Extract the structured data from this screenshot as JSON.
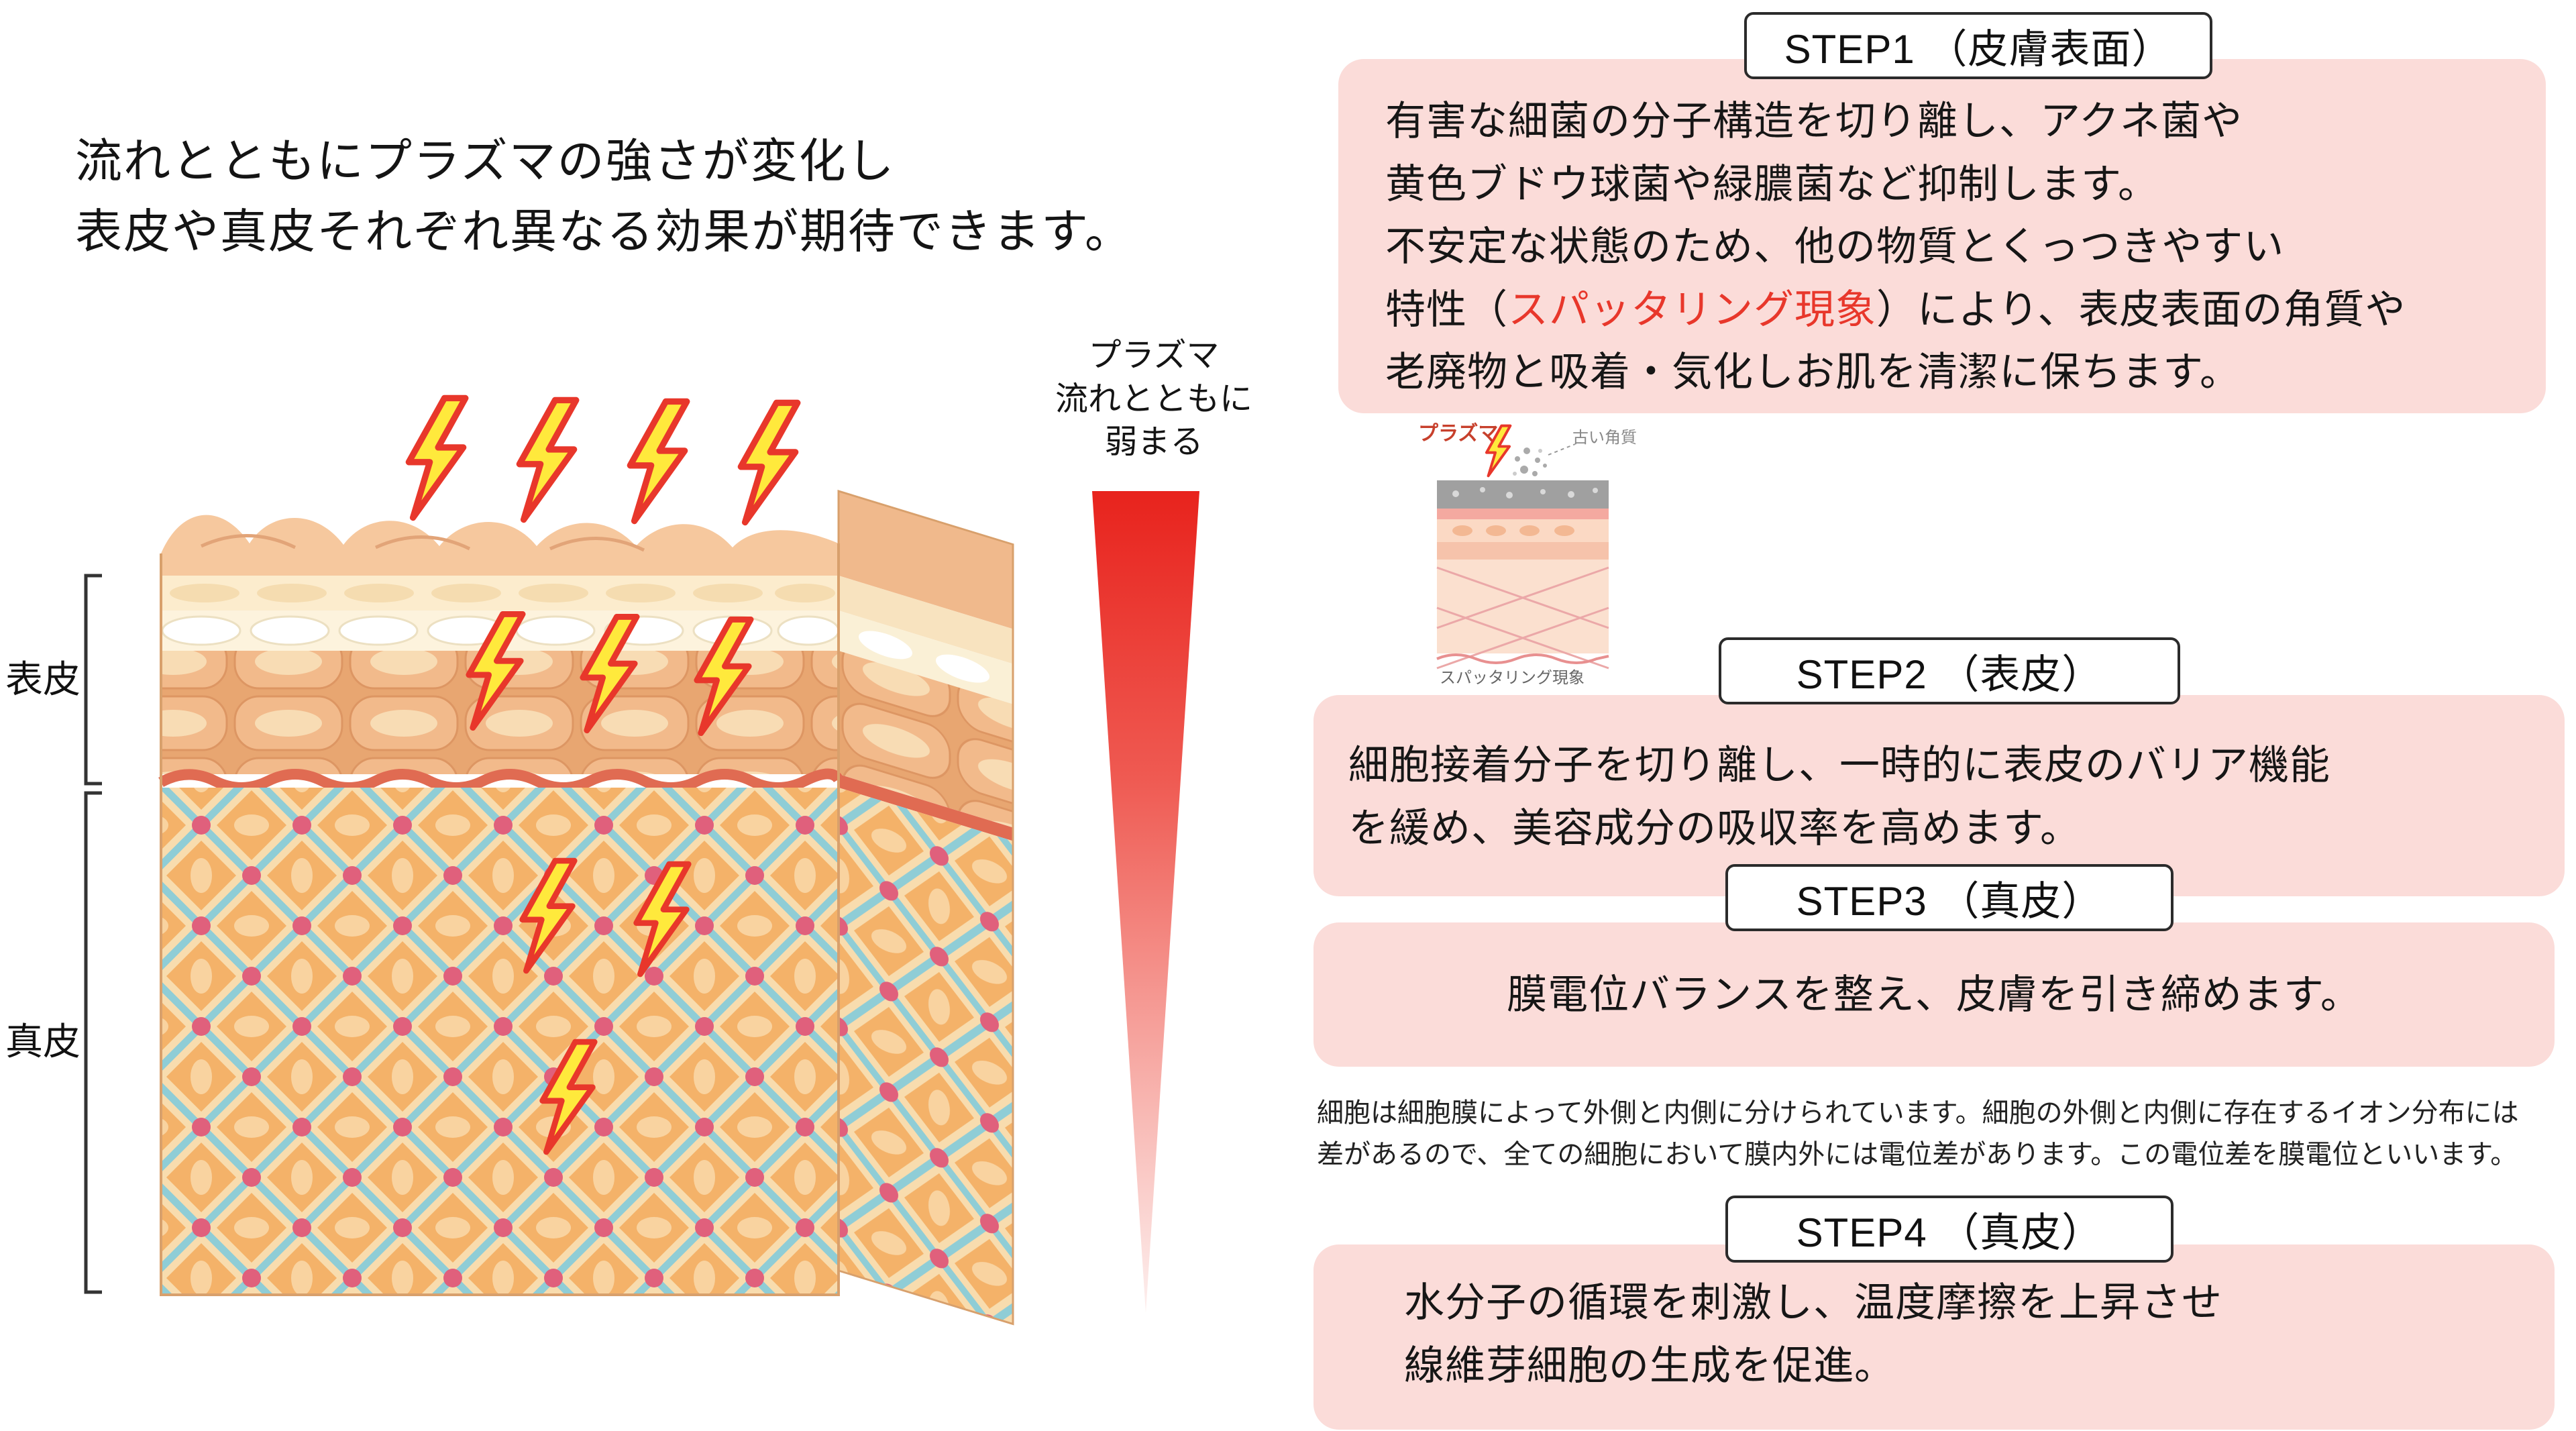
{
  "intro": {
    "line1": "流れとともにプラズマの強さが変化し",
    "line2": "表皮や真皮それぞれ異なる効果が期待できます。"
  },
  "skin_diagram": {
    "epidermis_label": "表皮",
    "dermis_label": "真皮"
  },
  "plasma_gradient": {
    "label_line1": "プラズマ",
    "label_line2": "流れとともに",
    "label_line3": "弱まる"
  },
  "mini_diagram": {
    "plasma_label": "プラズマ",
    "old_keratin_label": "古い角質",
    "sputtering_label": "スパッタリング現象"
  },
  "step1": {
    "title": "STEP1 （皮膚表面）",
    "line1": "有害な細菌の分子構造を切り離し、アクネ菌や",
    "line2": "黄色ブドウ球菌や緑膿菌など抑制します。",
    "line3": "不安定な状態のため、他の物質とくっつきやすい",
    "line4_pre": "特性（",
    "line4_red": "スパッタリング現象",
    "line4_post": "）により、表皮表面の角質や",
    "line5": "老廃物と吸着・気化しお肌を清潔に保ちます。"
  },
  "step2": {
    "title": "STEP2 （表皮）",
    "line1": "細胞接着分子を切り離し、一時的に表皮のバリア機能",
    "line2": "を緩め、美容成分の吸収率を高めます。"
  },
  "step3": {
    "title": "STEP3 （真皮）",
    "line1": "膜電位バランスを整え、皮膚を引き締めます。"
  },
  "membrane_note": {
    "line1": "細胞は細胞膜によって外側と内側に分けられています。細胞の外側と内側に存在するイオン分布には",
    "line2": "差があるので、全ての細胞において膜内外には電位差があります。この電位差を膜電位といいます。"
  },
  "step4": {
    "title": "STEP4 （真皮）",
    "line1": "水分子の循環を刺激し、温度摩擦を上昇させ",
    "line2": "線維芽細胞の生成を促進。"
  },
  "colors": {
    "accent_red": "#e8372b",
    "box_pink": "#fbdcd9",
    "gradient_red": "#e8231d"
  }
}
